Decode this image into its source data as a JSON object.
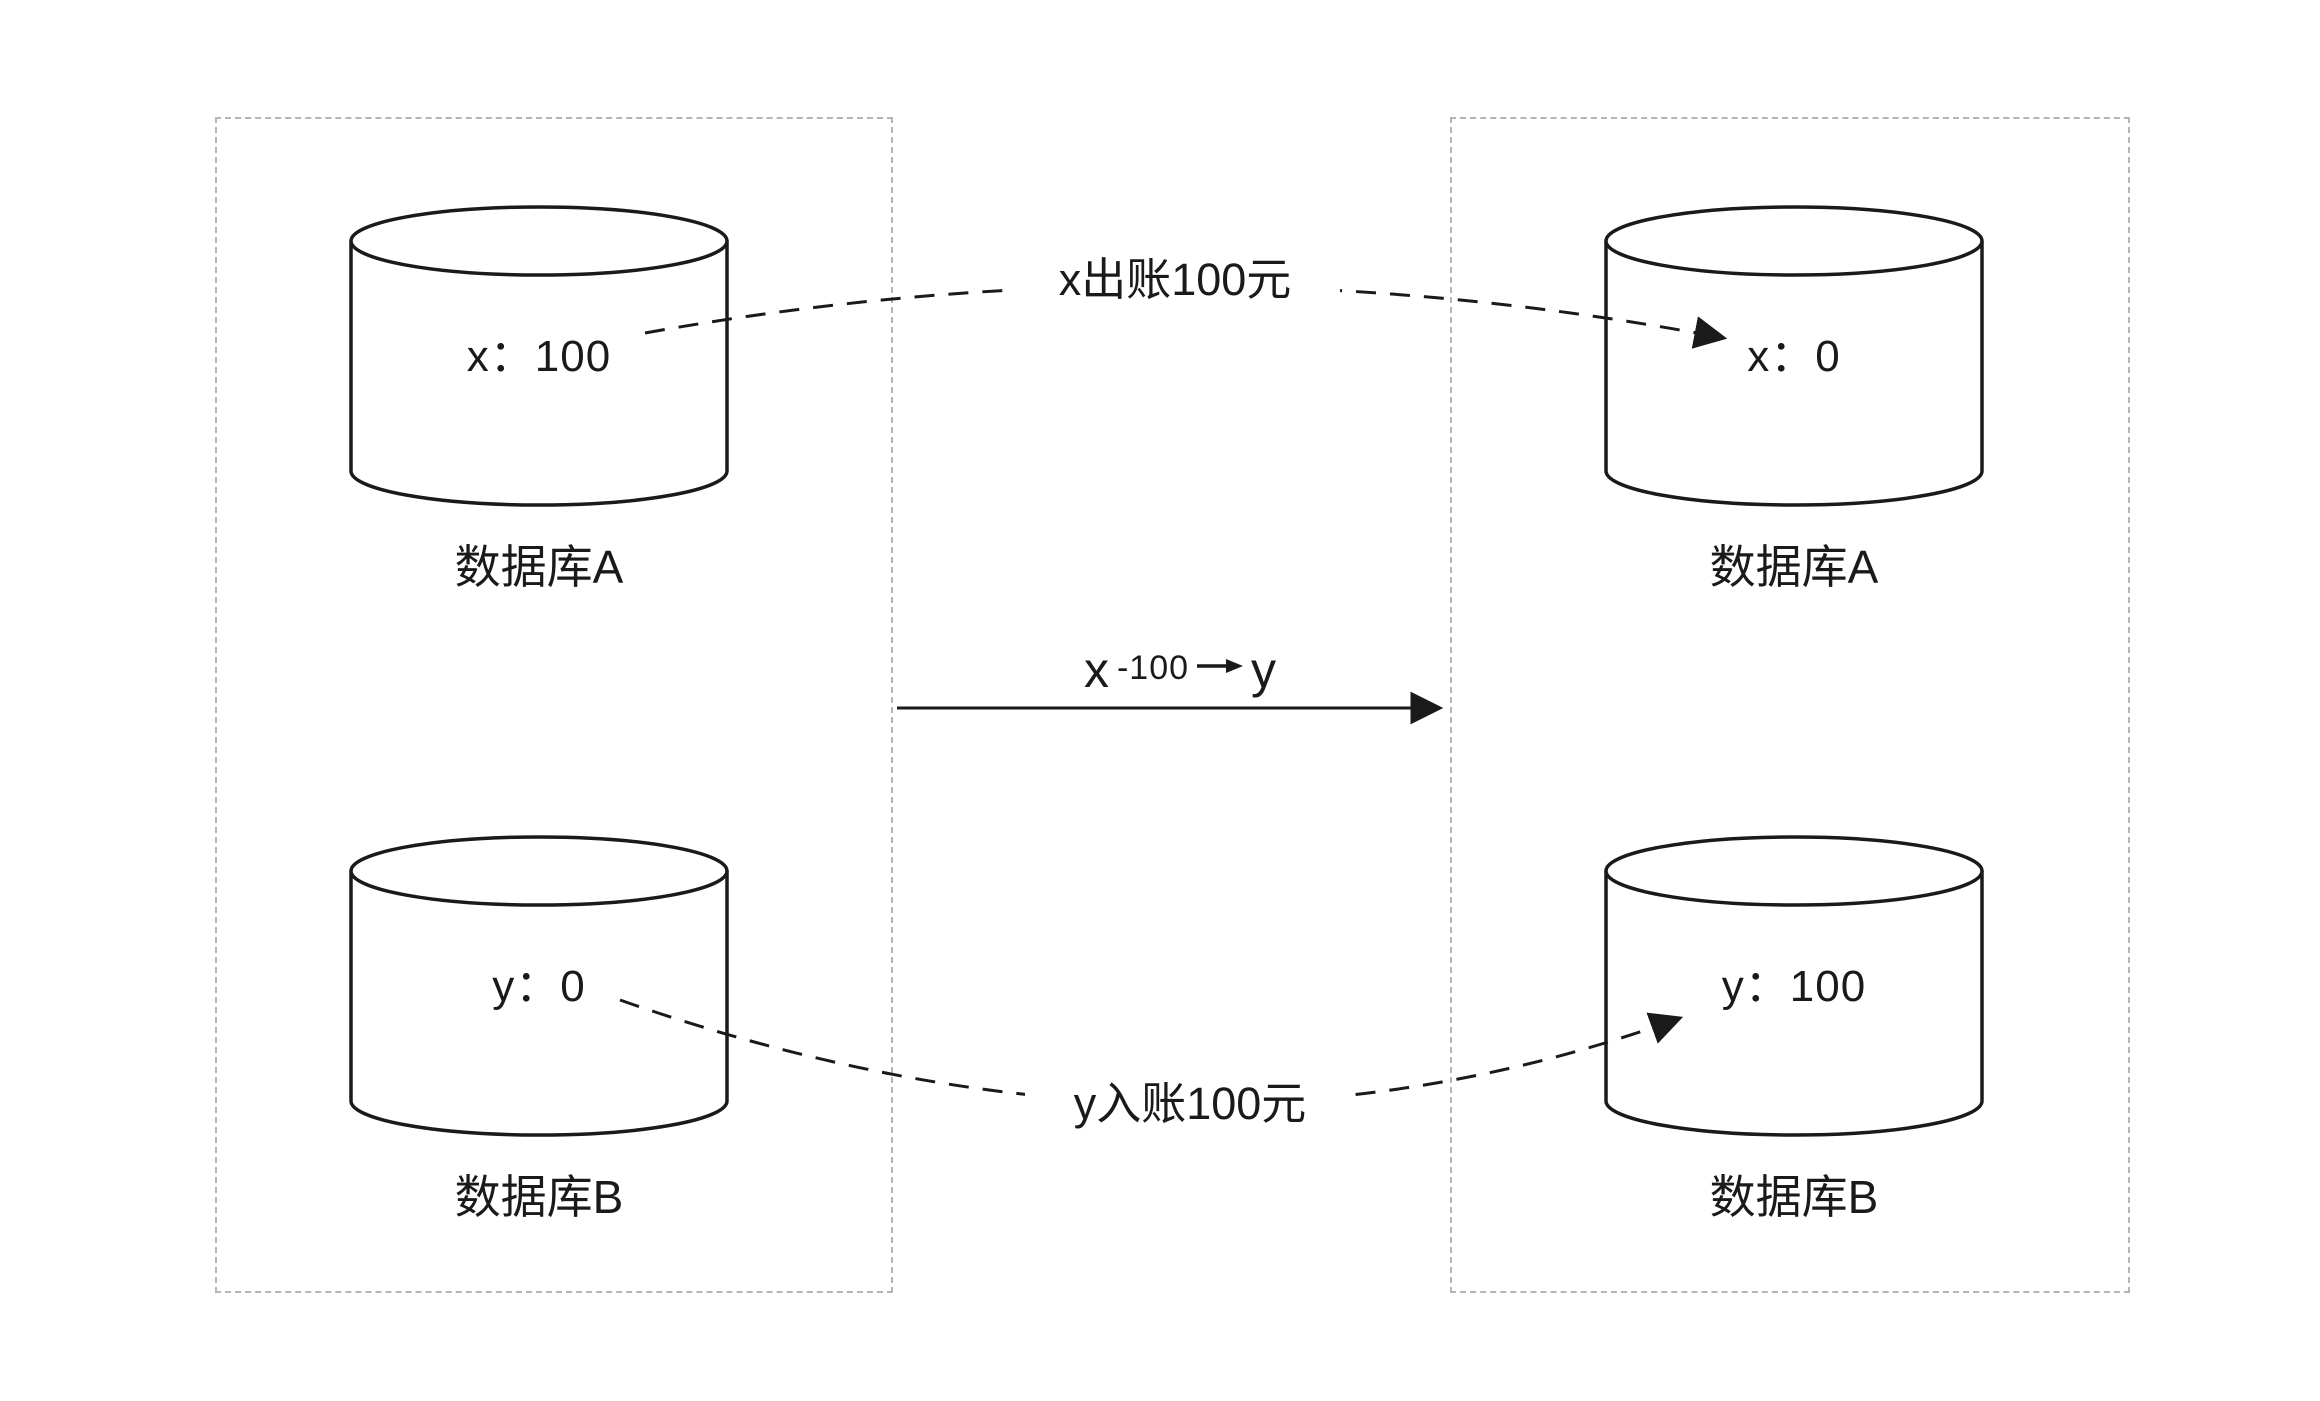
{
  "page": {
    "background": "#ffffff"
  },
  "colors": {
    "stroke": "#1a1a1a",
    "panel_border": "#b5b5b5"
  },
  "panels": {
    "before": {
      "databases": [
        {
          "value": "x：100",
          "label": "数据库A"
        },
        {
          "value": "y：0",
          "label": "数据库B"
        }
      ]
    },
    "after": {
      "databases": [
        {
          "value": "x：0",
          "label": "数据库A"
        },
        {
          "value": "y：100",
          "label": "数据库B"
        }
      ]
    }
  },
  "arrows": {
    "debit": {
      "label": "x出账100元",
      "style": "dashed"
    },
    "transfer": {
      "from": "x",
      "amount": "-100",
      "to": "y",
      "style": "solid"
    },
    "credit": {
      "label": "y入账100元",
      "style": "dashed"
    }
  }
}
